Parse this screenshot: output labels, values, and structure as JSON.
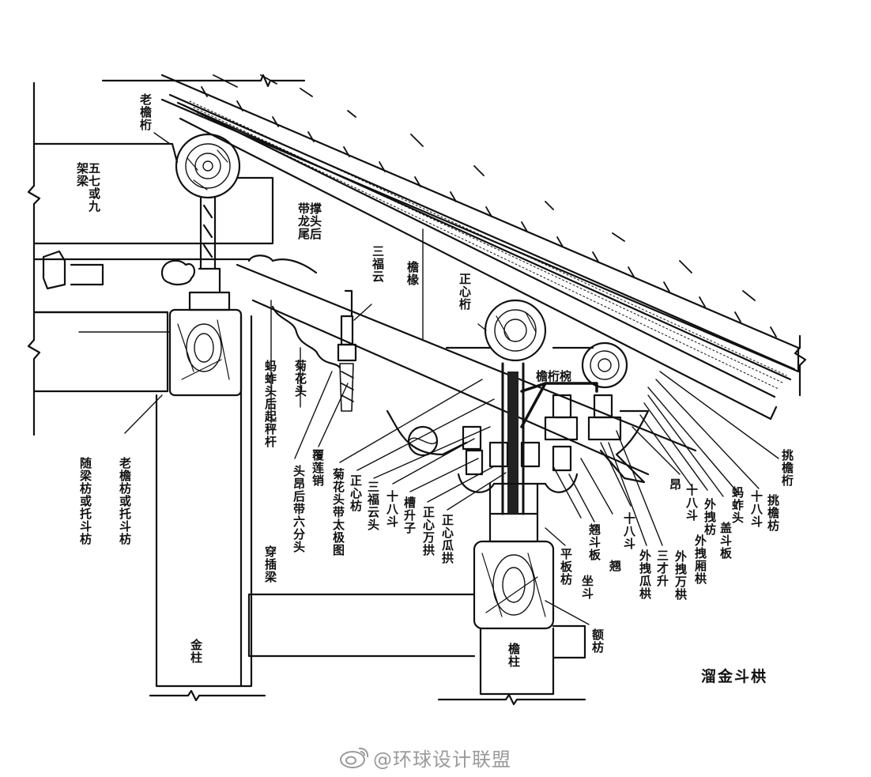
{
  "title": "溜金斗栱",
  "watermark": "@环球设计联盟",
  "labels": {
    "lao_yan_heng": "老檐桁",
    "wu_qi_jia_liang": "五七或九架梁",
    "cheng_tou_hou": "撑头后带龙尾",
    "san_fu_yun": "三福云",
    "yan_chuan": "檐椽",
    "zheng_xin_heng": "正心桁",
    "yan_heng_wan": "檐桁椀",
    "tiao_yan_heng": "挑檐桁",
    "sui_liang_fang": "随梁枋或托斗枋",
    "lao_yan_fang": "老檐枋或托斗枋",
    "ma_zha_tou_qi_cheng_gan": "蚂蚱头后起秤杆",
    "ju_hua_tou": "菊花头",
    "tou_ang_hou_dai": "头昂后带六分头",
    "fu_lian_xiao": "覆莲销",
    "chuan_cha_liang": "穿插梁",
    "jin_zhu": "金柱",
    "ju_hua_tou_tai_ji": "菊花头带太极图",
    "zheng_xin_fang": "正心枋",
    "san_fu_yun_tou": "三福云头",
    "shi_ba_dou_1": "十八斗",
    "cao_sheng_zi": "槽升子",
    "zheng_xin_wan_gong": "正心万拱",
    "zheng_xin_gua_gong": "正心瓜拱",
    "ping_ban_fang": "平板枋",
    "zuo_dou": "坐斗",
    "tou_dou_ban": "翘斗板",
    "qiao": "翘",
    "shi_ba_dou_2": "十八斗",
    "wai_zhuai_gua_gong": "外拽瓜栱",
    "san_cai_sheng": "三才升",
    "ang": "昂",
    "wai_zhuai_wan_gong": "外拽万栱",
    "shi_ba_dou_3": "十八斗",
    "wai_zhuai_xiang_gong": "外拽厢栱",
    "wai_zhuai_fang": "外拽枋",
    "gai_dou_ban": "盖斗板",
    "ma_zha_tou": "蚂蚱头",
    "shi_ba_dou_4": "十八斗",
    "tiao_yan_fang": "挑檐枋",
    "e_fang": "额枋",
    "yan_zhu": "檐柱"
  }
}
